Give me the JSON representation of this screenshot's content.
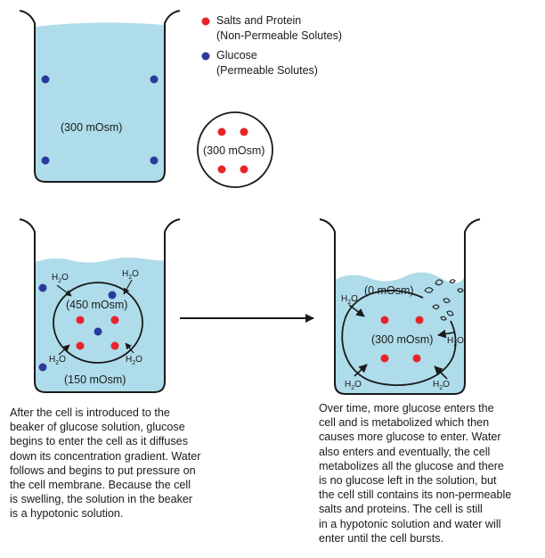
{
  "colors": {
    "solution": "#aedcea",
    "outline": "#1a1a1a",
    "non_permeable_dot": "#e8232a",
    "permeable_dot": "#2b3a9e"
  },
  "legend": {
    "salts_label_line1": "Salts and Protein",
    "salts_label_line2": "(Non-Permeable Solutes)",
    "glucose_label_line1": "Glucose",
    "glucose_label_line2": "(Permeable Solutes)"
  },
  "beaker1": {
    "concentration": "(300 mOsm)"
  },
  "cell_initial": {
    "concentration": "(300 mOsm)"
  },
  "beaker2": {
    "cell_concentration": "(450 mOsm)",
    "solution_concentration": "(150 mOsm)",
    "water_label": "H",
    "water_subscript": "2",
    "water_suffix": "O"
  },
  "beaker3": {
    "solution_concentration": "(0 mOsm)",
    "cell_concentration": "(300 mOsm)"
  },
  "captions": {
    "left_lines": [
      "After the cell is introduced to the",
      "beaker of glucose solution, glucose",
      "begins to enter the cell as it diffuses",
      "down its concentration gradient. Water",
      "follows and begins to put pressure on",
      "the cell membrane. Because the cell",
      "is swelling, the solution in the beaker",
      "is a hypotonic solution."
    ],
    "right_lines": [
      "Over time, more glucose enters the",
      "cell and is metabolized which then",
      "causes more glucose to enter. Water",
      "also enters and eventually, the cell",
      "metabolizes all the glucose and there",
      "is no glucose left in the solution, but",
      "the cell still contains its non-permeable",
      "salts and proteins. The cell is still",
      "in a hypotonic solution and water will",
      "enter until the cell bursts."
    ]
  }
}
